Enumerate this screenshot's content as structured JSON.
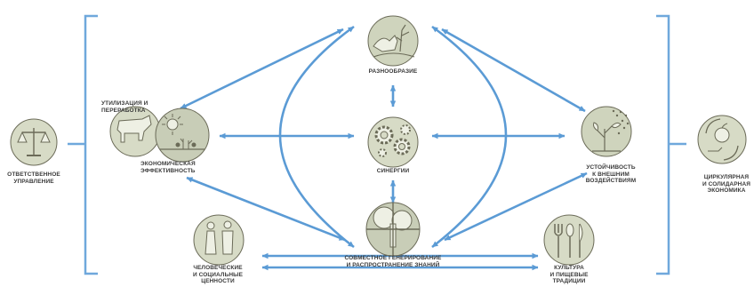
{
  "colors": {
    "arrow": "#5b9bd5",
    "bracket": "#6fa8dc",
    "icon_fill": "#c8cdb7",
    "icon_stroke": "#6b6b58",
    "text": "#3a3a3a"
  },
  "nodes": {
    "governance": {
      "label": "ОТВЕТСТВЕННОЕ\nУПРАВЛЕНИЕ",
      "icon": "scales-icon"
    },
    "diversity": {
      "label": "РАЗНООБРАЗИЕ",
      "icon": "animals-plants-icon"
    },
    "recycling": {
      "label": "УТИЛИЗАЦИЯ И\nПЕРЕРАБОТКА",
      "icon": "cow-sun-icon"
    },
    "efficiency": {
      "label": "ЭКОНОМИЧЕСКАЯ\nЭФФЕКТИВНОСТЬ"
    },
    "synergies": {
      "label": "СИНЕРГИИ",
      "icon": "gears-icon"
    },
    "resilience": {
      "label": "УСТОЙЧИВОСТЬ\nК ВНЕШНИМ\nВОЗДЕЙСТВИЯМ",
      "icon": "plant-rain-icon"
    },
    "circular": {
      "label": "ЦИРКУЛЯРНАЯ\nИ СОЛИДАРНАЯ\nЭКОНОМИКА",
      "icon": "circular-hands-icon"
    },
    "cocreation": {
      "label": "СОВМЕСТНОЕ ГЕНЕРИРОВАНИЕ\nИ РАСПРОСТРАНЕНИЕ ЗНАНИЙ",
      "icon": "tree-icon"
    },
    "human": {
      "label": "ЧЕЛОВЕЧЕСКИЕ\nИ СОЦИАЛЬНЫЕ\nЦЕННОСТИ",
      "icon": "people-icon"
    },
    "culture": {
      "label": "КУЛЬТУРА\nИ ПИЩЕВЫЕ\nТРАДИЦИИ",
      "icon": "utensils-icon"
    }
  }
}
